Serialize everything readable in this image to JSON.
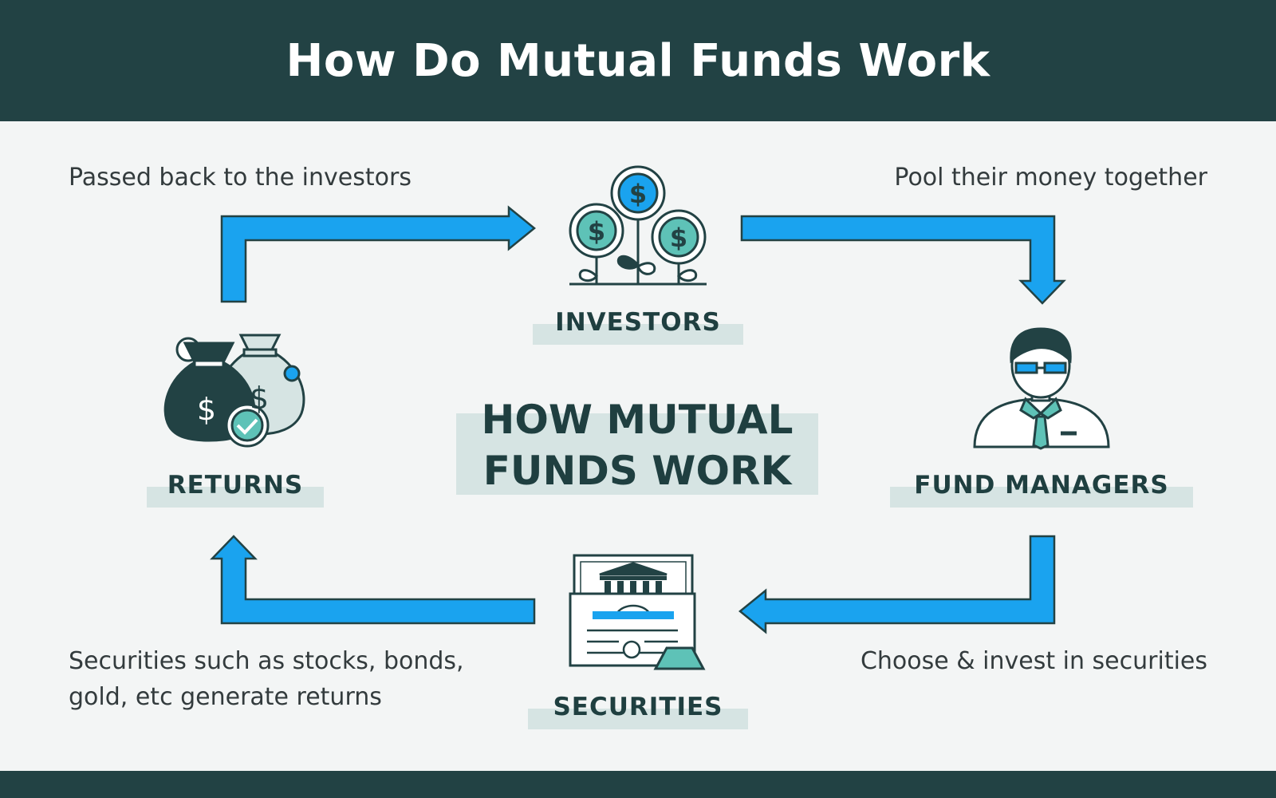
{
  "header": {
    "title": "How Do Mutual Funds Work"
  },
  "center": {
    "line1": "HOW MUTUAL",
    "line2": "FUNDS WORK"
  },
  "nodes": {
    "investors": "INVESTORS",
    "fund_managers": "FUND MANAGERS",
    "securities": "SECURITIES",
    "returns": "RETURNS"
  },
  "captions": {
    "top_left": "Passed back to the investors",
    "top_right": "Pool their money together",
    "bottom_right": "Choose & invest in securities",
    "bottom_left_1": "Securities such as stocks, bonds,",
    "bottom_left_2": "gold, etc generate returns"
  },
  "colors": {
    "header_bg": "#224244",
    "arrow": "#1aa3ef",
    "teal": "#5ec2b7",
    "dark": "#224244",
    "highlight": "#d6e4e3"
  },
  "icons": {
    "investors": "money-plant-icon",
    "fund_managers": "fund-manager-icon",
    "securities": "certificate-icon",
    "returns": "money-bags-icon"
  }
}
